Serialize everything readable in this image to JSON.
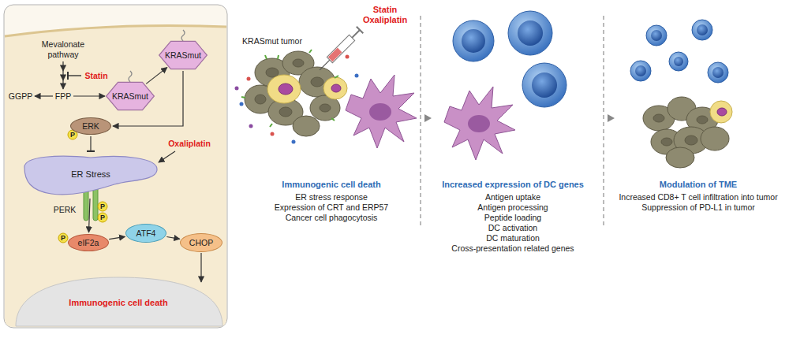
{
  "diagram": {
    "nodes": [
      {
        "text": [
          "KRASmut"
        ]
      },
      {
        "text": [
          "KRASmut"
        ]
      },
      {
        "text": [
          "ERK"
        ]
      },
      {
        "text": [
          "ER Stress"
        ]
      },
      {
        "text": [
          "eIF2a"
        ]
      },
      {
        "text": [
          "ATF4"
        ]
      },
      {
        "text": [
          "CHOP"
        ]
      }
    ],
    "edges": [
      {
        "from": 0,
        "to": 1,
        "arrow": "to"
      },
      {
        "from": 1,
        "to": 2,
        "arrow": "to"
      },
      {
        "from": 2,
        "to": 3,
        "arrow": "to"
      },
      {
        "from": 3,
        "to": 4,
        "arrow": "to"
      },
      {
        "from": 4,
        "to": 5,
        "arrow": "to"
      },
      {
        "from": 5,
        "to": 6,
        "arrow": "to"
      }
    ],
    "labels": [
      "Mevalonate pathway",
      "Statin",
      "GGPP",
      "FPP",
      "P",
      "Oxaliplatin",
      "PERK",
      "P",
      "P",
      "P",
      "Immunogenic cell death",
      "Statin",
      "Oxaliplatin",
      "KRASmut tumor",
      "Immunogenic cell death",
      "ER stress response",
      "Expression of CRT and ERP57",
      "Cancer cell phagocytosis",
      "Increased expression of DC genes",
      "Antigen uptake",
      "Antigen processing",
      "Peptide loading",
      "DC activation",
      "DC maturation",
      "Cross-presentation related genes",
      "Modulation of TME",
      "Increased CD8+ T cell infiltration into tumor",
      "Suppression of PD-L1 in tumor"
    ]
  }
}
